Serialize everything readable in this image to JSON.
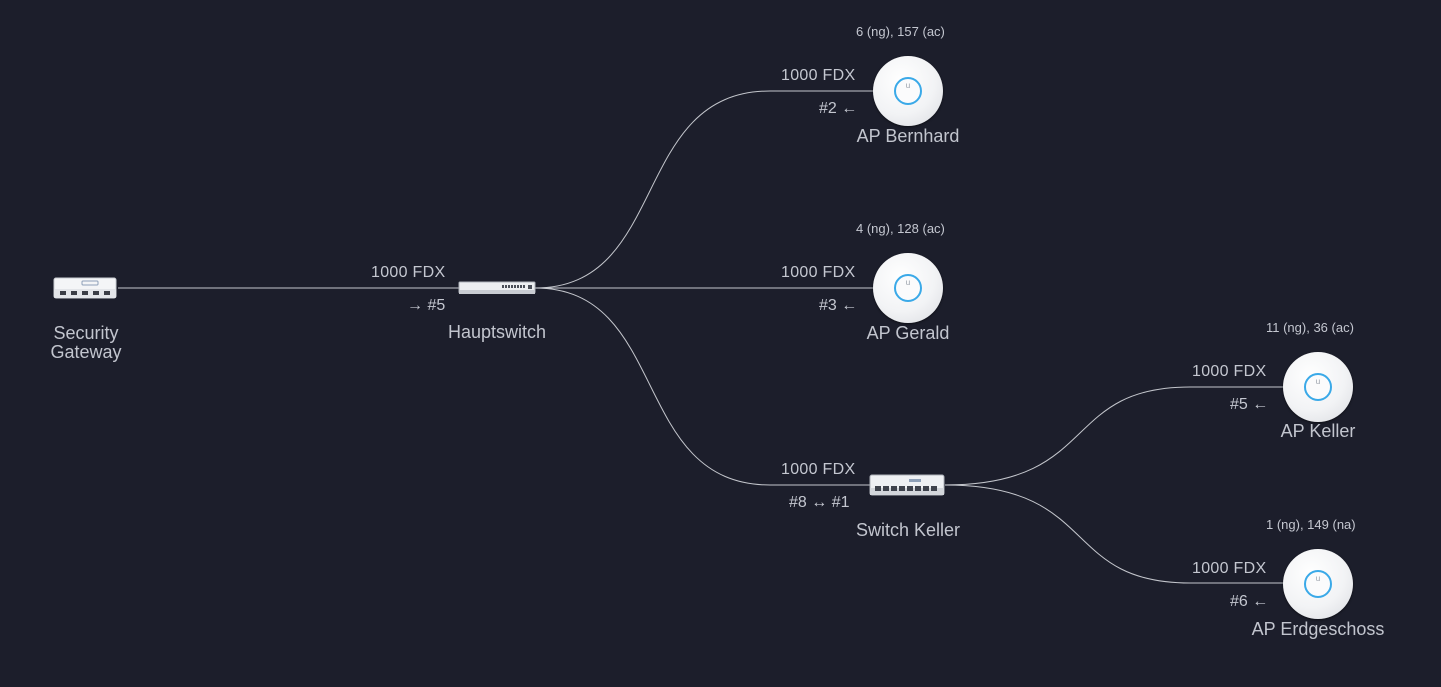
{
  "devices": {
    "gateway": {
      "name_line1": "Security",
      "name_line2": "Gateway",
      "icon": "security-gateway-icon"
    },
    "hauptswitch": {
      "name": "Hauptswitch",
      "speed": "1000  FDX",
      "port": "→ #5",
      "icon": "switch-24-port-icon"
    },
    "ap_bernhard": {
      "name": "AP Bernhard",
      "channels": "6 (ng), 157 (ac)",
      "speed": "1000  FDX",
      "port": "#2 ←",
      "icon": "access-point-icon"
    },
    "ap_gerald": {
      "name": "AP Gerald",
      "channels": "4 (ng), 128 (ac)",
      "speed": "1000  FDX",
      "port": "#3 ←",
      "icon": "access-point-icon"
    },
    "switch_keller": {
      "name": "Switch Keller",
      "speed": "1000  FDX",
      "port": "#8 ↔ #1",
      "icon": "switch-8-port-icon"
    },
    "ap_keller": {
      "name": "AP Keller",
      "channels": "11 (ng), 36 (ac)",
      "speed": "1000  FDX",
      "port": "#5 ←",
      "icon": "access-point-icon"
    },
    "ap_erdgeschoss": {
      "name": "AP Erdgeschoss",
      "channels": "1 (ng), 149 (na)",
      "speed": "1000  FDX",
      "port": "#6 ←",
      "icon": "access-point-icon"
    }
  },
  "ap_logo": "u",
  "colors": {
    "background": "#1c1e2b",
    "link": "#d6d8de",
    "text": "#c4c7d0",
    "ap_ring": "#3aa9e8"
  }
}
